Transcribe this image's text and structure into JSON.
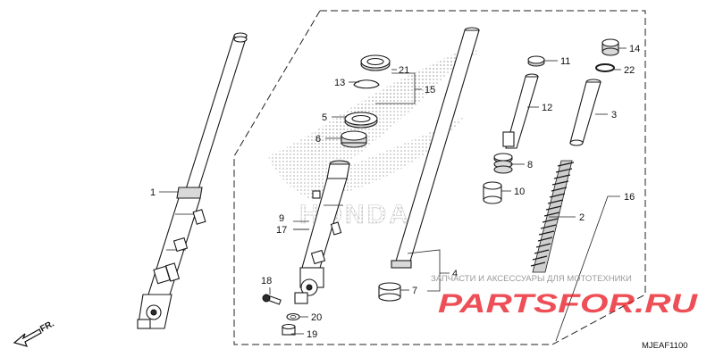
{
  "diagram_code": "MJEAF1100",
  "direction_label": "FR.",
  "watermark": {
    "caption": "ЗАПЧАСТИ И АКСЕССУАРЫ ДЛЯ МОТОТЕХНИКИ",
    "brand": "PARTSFOR.RU",
    "background_logo": "HONDA"
  },
  "callouts": {
    "c1": "1",
    "c2": "2",
    "c3": "3",
    "c4": "4",
    "c5": "5",
    "c6": "6",
    "c7": "7",
    "c8": "8",
    "c9": "9",
    "c10": "10",
    "c11": "11",
    "c12": "12",
    "c13": "13",
    "c14": "14",
    "c15": "15",
    "c16": "16",
    "c17": "17",
    "c18": "18",
    "c19": "19",
    "c20": "20",
    "c21": "21",
    "c22": "22"
  },
  "colors": {
    "line": "#1a1a1a",
    "watermark_red": "#e8141e",
    "watermark_grey": "#9a9a9a",
    "logo_dots": "#bdbdbd"
  }
}
